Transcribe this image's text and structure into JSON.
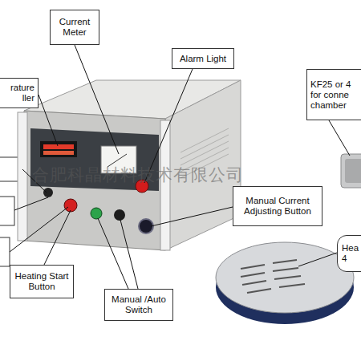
{
  "diagram": {
    "nodes": [
      {
        "text": [
          "Current Meter"
        ]
      },
      {
        "text": [
          "Alarm Light"
        ]
      },
      {
        "text": [
          "KF25 or 4 for conne chamber"
        ]
      },
      {
        "text": [
          "rature ller"
        ]
      },
      {
        "text": [
          "Manual Current Adjusting Button"
        ]
      },
      {
        "text": [
          "Hea 4"
        ]
      },
      {
        "text": [
          "Heating Start Button"
        ]
      },
      {
        "text": [
          "Manual /Auto Switch"
        ]
      }
    ],
    "labels": [
      "合肥科晶材料技术有限公司"
    ]
  }
}
